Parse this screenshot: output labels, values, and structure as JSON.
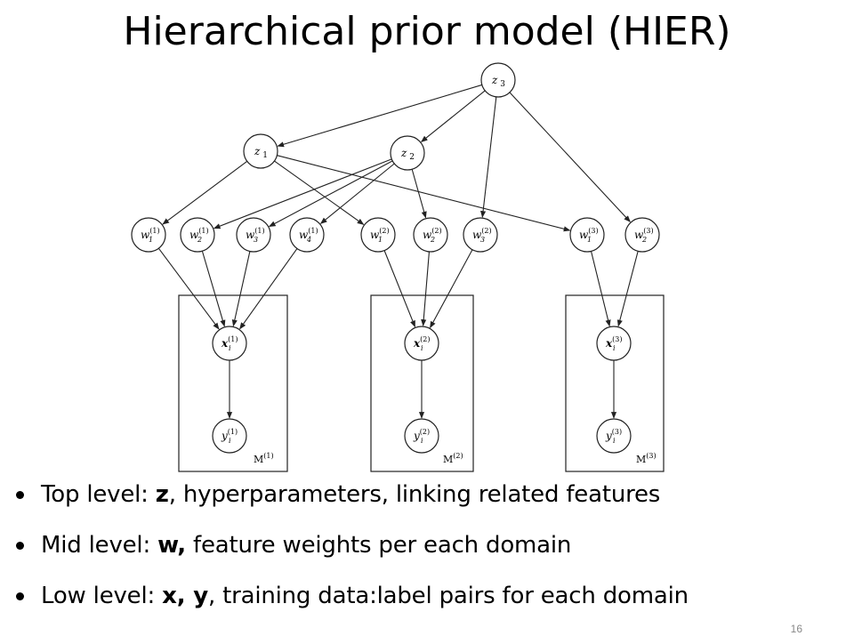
{
  "title": "Hierarchical prior model (HIER)",
  "page_number": "16",
  "nodes": {
    "z3": {
      "base": "z",
      "sub": "3"
    },
    "z1": {
      "base": "z",
      "sub": "1"
    },
    "z2": {
      "base": "z",
      "sub": "2"
    },
    "w1_1": {
      "base": "w",
      "sub": "1",
      "sup": "(1)"
    },
    "w2_1": {
      "base": "w",
      "sub": "2",
      "sup": "(1)"
    },
    "w3_1": {
      "base": "w",
      "sub": "3",
      "sup": "(1)"
    },
    "w4_1": {
      "base": "w",
      "sub": "4",
      "sup": "(1)"
    },
    "w1_2": {
      "base": "w",
      "sub": "1",
      "sup": "(2)"
    },
    "w2_2": {
      "base": "w",
      "sub": "2",
      "sup": "(2)"
    },
    "w3_2": {
      "base": "w",
      "sub": "3",
      "sup": "(2)"
    },
    "w1_3": {
      "base": "w",
      "sub": "1",
      "sup": "(3)"
    },
    "w2_3": {
      "base": "w",
      "sub": "2",
      "sup": "(3)"
    },
    "x1": {
      "base": "x",
      "sub": "i",
      "sup": "(1)"
    },
    "y1": {
      "base": "y",
      "sub": "i",
      "sup": "(1)"
    },
    "x2": {
      "base": "x",
      "sub": "i",
      "sup": "(2)"
    },
    "y2": {
      "base": "y",
      "sub": "i",
      "sup": "(2)"
    },
    "x3": {
      "base": "x",
      "sub": "i",
      "sup": "(3)"
    },
    "y3": {
      "base": "y",
      "sub": "i",
      "sup": "(3)"
    }
  },
  "plates": {
    "p1": {
      "base": "M",
      "sup": "(1)"
    },
    "p2": {
      "base": "M",
      "sup": "(2)"
    },
    "p3": {
      "base": "M",
      "sup": "(3)"
    }
  },
  "bullets": [
    {
      "prefix": "Top level: ",
      "bold": "z",
      "rest": ", hyperparameters, linking related features"
    },
    {
      "prefix": "Mid level: ",
      "bold": "w,",
      "rest": " feature weights per each domain"
    },
    {
      "prefix": "Low level: ",
      "bold": "x, y",
      "rest": ", training data:label pairs for each domain"
    }
  ]
}
